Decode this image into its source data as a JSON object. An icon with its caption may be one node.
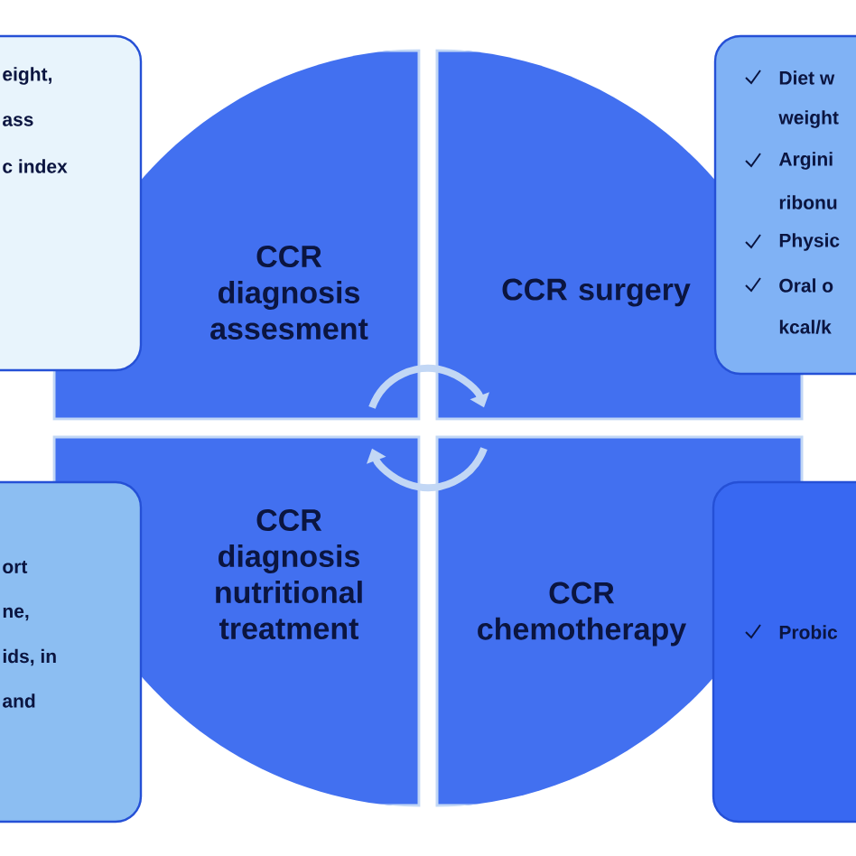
{
  "diagram": {
    "nodes": [
      {
        "text": [
          "eight,",
          "ass",
          "c index"
        ]
      },
      {
        "text": [
          "CCR diagnosis assesment"
        ]
      },
      {
        "text": [
          "CCR surgery"
        ]
      },
      {
        "text": [
          "Diet w",
          "weight",
          "Argini",
          "ribonu",
          "Physic",
          "Oral o",
          "kcal/k"
        ]
      },
      {
        "text": [
          "ort",
          "ne,",
          "ids, in",
          "and"
        ]
      },
      {
        "text": [
          "CCR diagnosis nutritional treatment"
        ]
      },
      {
        "text": [
          "CCR chemotherapy"
        ]
      },
      {
        "text": [
          "Probic"
        ]
      }
    ],
    "edges": [
      {
        "from": 1,
        "to": 2,
        "arrow": "to"
      },
      {
        "from": 6,
        "to": 5,
        "arrow": "to"
      }
    ]
  }
}
